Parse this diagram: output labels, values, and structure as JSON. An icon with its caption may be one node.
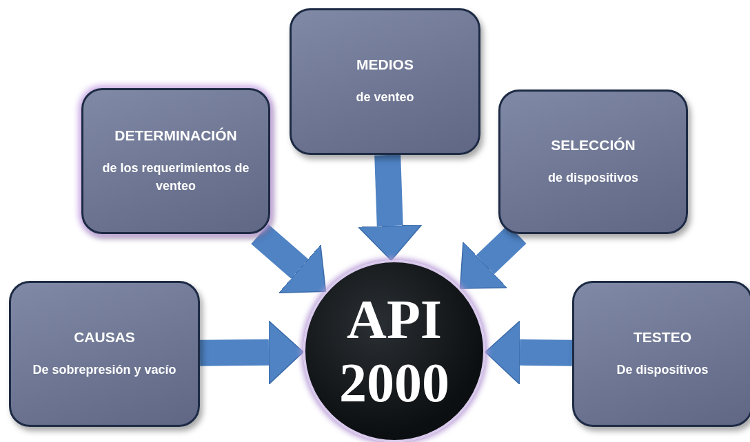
{
  "diagram": {
    "nodes": [
      {
        "text": [
          "DETERMINACIÓN",
          "de los requerimientos de venteo"
        ]
      },
      {
        "text": [
          "MEDIOS",
          "de venteo"
        ]
      },
      {
        "text": [
          "SELECCIÓN",
          "de dispositivos"
        ]
      },
      {
        "text": [
          "CAUSAS",
          "De sobrepresión y vacío"
        ]
      },
      {
        "text": [
          "API 2000"
        ]
      },
      {
        "text": [
          "TESTEO",
          "De dispositivos"
        ]
      }
    ],
    "edges": [
      {
        "from": 0,
        "to": 4,
        "arrow": "to"
      },
      {
        "from": 1,
        "to": 4,
        "arrow": "to"
      },
      {
        "from": 2,
        "to": 4,
        "arrow": "to"
      },
      {
        "from": 3,
        "to": 4,
        "arrow": "to"
      },
      {
        "from": 5,
        "to": 4,
        "arrow": "to"
      }
    ]
  }
}
